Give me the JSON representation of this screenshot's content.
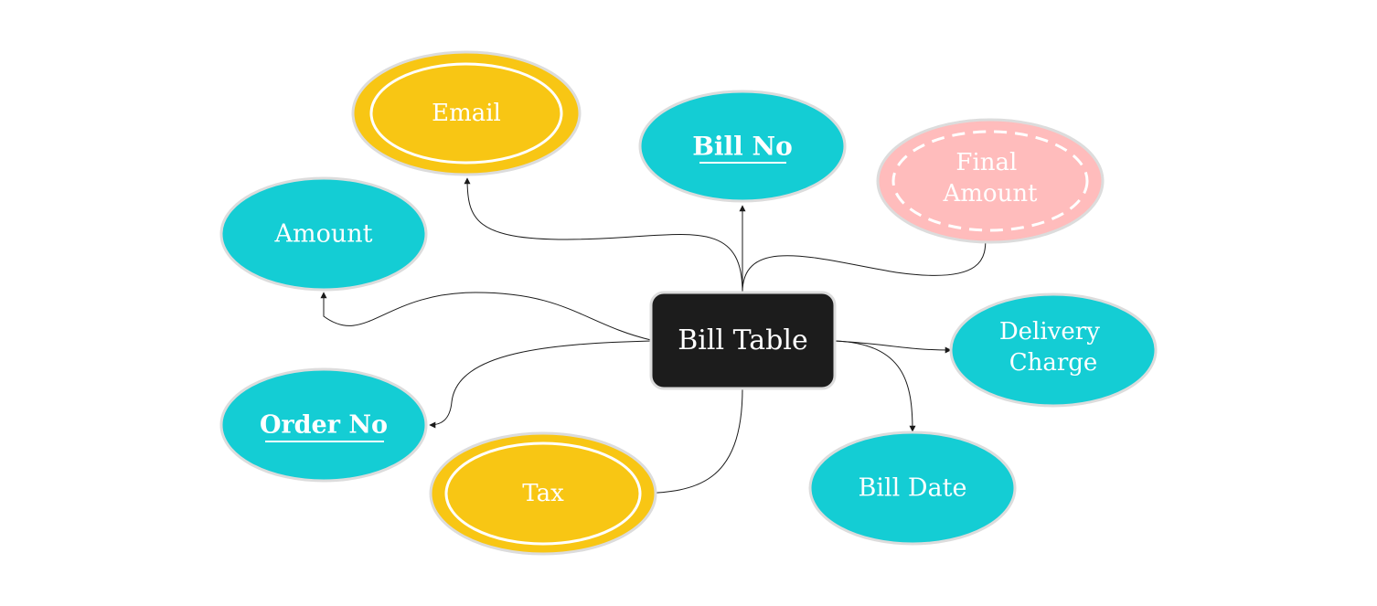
{
  "diagram": {
    "type": "er-diagram",
    "colors": {
      "entity_fill": "#1c1c1c",
      "attribute_fill": "#14cdd4",
      "multivalued_fill": "#f8c614",
      "derived_fill": "#ffbcbc",
      "node_border": "#dcdcdc",
      "inner_border": "#ffffff",
      "edge": "#1a1a1a",
      "text": "#ffffff"
    },
    "entity": {
      "id": "bill-table",
      "label": "Bill Table"
    },
    "attributes": [
      {
        "id": "email",
        "label": "Email",
        "kind": "multivalued",
        "key": false
      },
      {
        "id": "bill-no",
        "label": "Bill No",
        "kind": "simple",
        "key": true
      },
      {
        "id": "final-amount",
        "label": "Final\nAmount",
        "kind": "derived",
        "key": false
      },
      {
        "id": "amount",
        "label": "Amount",
        "kind": "simple",
        "key": false
      },
      {
        "id": "delivery-charge",
        "label": "Delivery\nCharge",
        "kind": "simple",
        "key": false
      },
      {
        "id": "order-no",
        "label": "Order No",
        "kind": "simple",
        "key": true
      },
      {
        "id": "tax",
        "label": "Tax",
        "kind": "multivalued",
        "key": false
      },
      {
        "id": "bill-date",
        "label": "Bill Date",
        "kind": "simple",
        "key": false
      }
    ]
  }
}
